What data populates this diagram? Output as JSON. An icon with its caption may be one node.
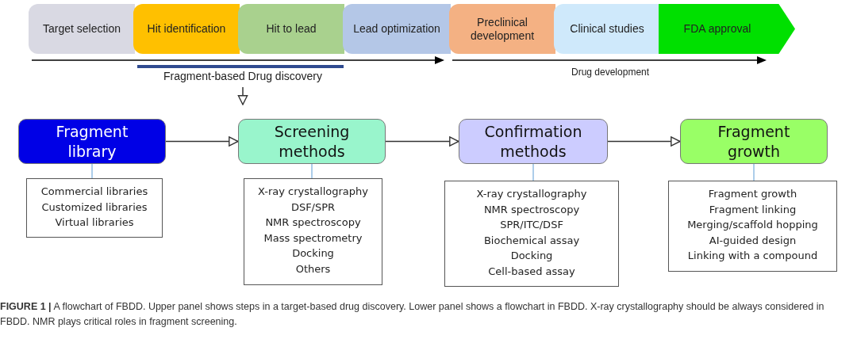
{
  "diagram": {
    "caption": "**FIGURE 1 |** A flowchart of FBDD. Upper panel shows steps in a target-based drug discovery. Lower panel shows a flowchart in FBDD. X-ray crystallography should be always considered in FBDD. NMR plays critical roles in fragment screening.",
    "nodes": [
      {
        "text": [
          "Target selection"
        ]
      },
      {
        "text": [
          "Hit identification"
        ]
      },
      {
        "text": [
          "Hit to lead"
        ]
      },
      {
        "text": [
          "Lead optimization"
        ]
      },
      {
        "text": [
          "Preclinical development"
        ]
      },
      {
        "text": [
          "Clinical studies"
        ]
      },
      {
        "text": [
          "FDA approval"
        ]
      },
      {
        "text": [
          "Fragment-based Drug discovery"
        ]
      },
      {
        "text": [
          "Fragment library"
        ]
      },
      {
        "text": [
          "Commercial libraries",
          "Customized libraries",
          "Virtual libraries"
        ]
      },
      {
        "text": [
          "Screening methods"
        ]
      },
      {
        "text": [
          "X-ray crystallography",
          "DSF/SPR",
          "NMR spectroscopy",
          "Mass spectrometry",
          "Docking",
          "Others"
        ]
      },
      {
        "text": [
          "Confirmation methods"
        ]
      },
      {
        "text": [
          "X-ray crystallography",
          "NMR spectroscopy",
          "SPR/ITC/DSF",
          "Biochemical assay",
          "Docking",
          "Cell-based assay"
        ]
      },
      {
        "text": [
          "Fragment growth"
        ]
      },
      {
        "text": [
          "Fragment growth",
          "Fragment linking",
          "Merging/scaffold hopping",
          "AI-guided design",
          "Linking with a compound"
        ]
      }
    ],
    "edges": [
      {
        "from": 7,
        "to": null,
        "arrow": "to"
      },
      {
        "from": 8,
        "to": 10,
        "arrow": "to"
      },
      {
        "from": 10,
        "to": 12,
        "arrow": "to"
      },
      {
        "from": 12,
        "to": 14,
        "arrow": "to"
      },
      {
        "from": 8,
        "to": 9,
        "arrow": "none",
        "color": "#5b9bd5"
      },
      {
        "from": 10,
        "to": 11,
        "arrow": "none",
        "color": "#5b9bd5"
      },
      {
        "from": 12,
        "to": 13,
        "arrow": "none",
        "color": "#5b9bd5"
      },
      {
        "from": 14,
        "to": 15,
        "arrow": "none",
        "color": "#5b9bd5"
      }
    ],
    "labels": [
      "Drug development"
    ]
  }
}
